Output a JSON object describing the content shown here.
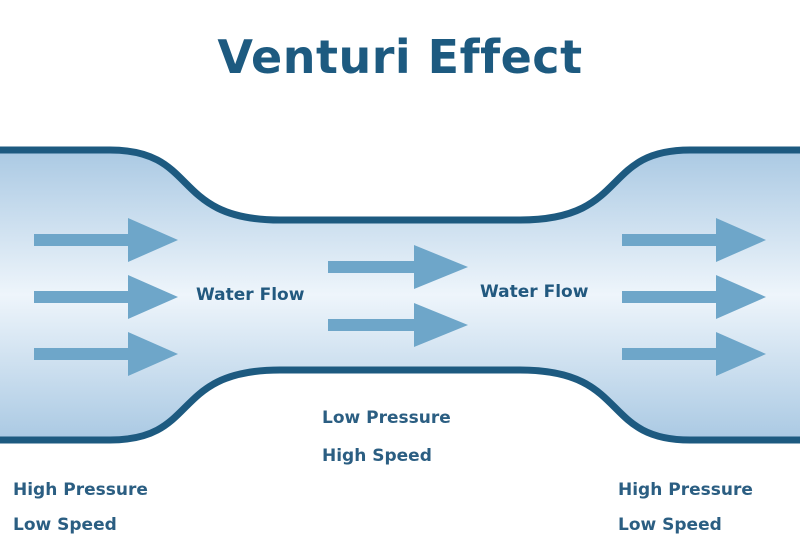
{
  "title": "Venturi Effect",
  "flow_labels": [
    "Water Flow",
    "Water Flow"
  ],
  "regions": {
    "inlet": {
      "line1": "High Pressure",
      "line2": "Low Speed"
    },
    "throat": {
      "line1": "Low Pressure",
      "line2": "High Speed"
    },
    "outlet": {
      "line1": "High Pressure",
      "line2": "Low Speed"
    }
  },
  "colors": {
    "title": "#1d5a80",
    "pipe_wall": "#1d5a80",
    "water_edge": "#b3cfe6",
    "water_center": "#eef5fb",
    "arrow": "#6ea6c9",
    "label": "#2b5e82"
  }
}
